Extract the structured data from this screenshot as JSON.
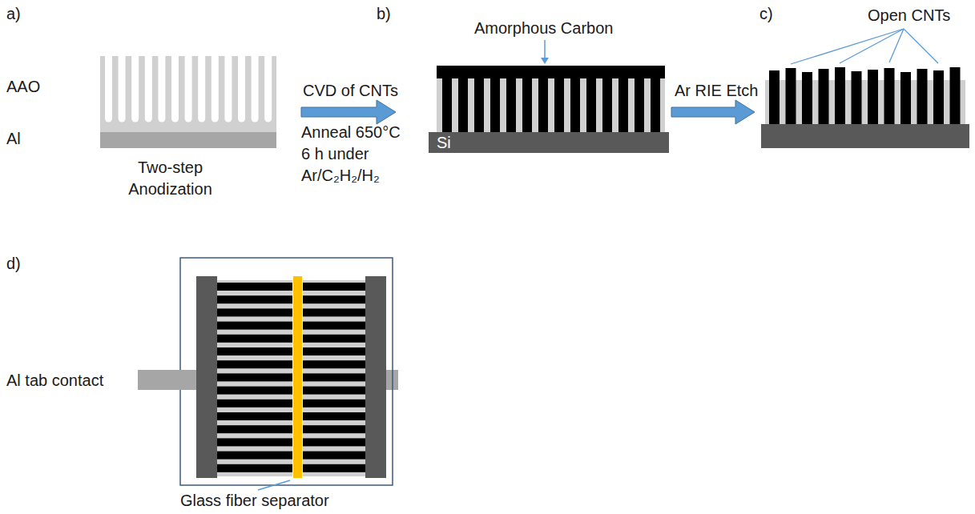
{
  "diagram": {
    "nodes": [
      {
        "text": [
          "Si"
        ]
      }
    ],
    "labels": [
      "a)",
      "b)",
      "c)",
      "AAO",
      "Amorphous Carbon",
      "Open CNTs",
      "Al",
      "CVD of CNTs",
      "Ar RIE Etch",
      "Anneal 650°C 6 h under Ar/C₂H₂/H₂",
      "Two-step Anodization",
      "d)",
      "Al tab contact",
      "Glass fiber separator"
    ]
  }
}
